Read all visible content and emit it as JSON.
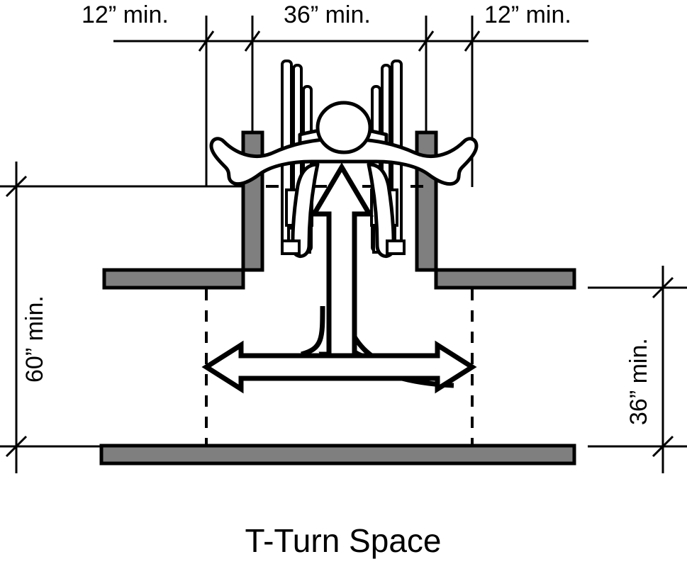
{
  "figure": {
    "title": "T-Turn Space",
    "subject": "wheelchair-turning-space-plan-diagram",
    "colors": {
      "wall_fill": "#7f7f7f",
      "line": "#000000",
      "background": "#ffffff"
    }
  },
  "dimensions": {
    "top": [
      {
        "id": "top-left-arm",
        "label": "12” min."
      },
      {
        "id": "top-center-stem",
        "label": "36” min."
      },
      {
        "id": "top-right-arm",
        "label": "12” min."
      }
    ],
    "left": [
      {
        "id": "overall-depth",
        "label": "60” min."
      }
    ],
    "right": [
      {
        "id": "base-leg-depth",
        "label": "36” min."
      }
    ]
  },
  "annotations": {
    "vertical_arrow": "up-travel-arrow",
    "horizontal_arrow": "left-right-travel-arrow",
    "turn_curves": "curved-turn-path"
  }
}
